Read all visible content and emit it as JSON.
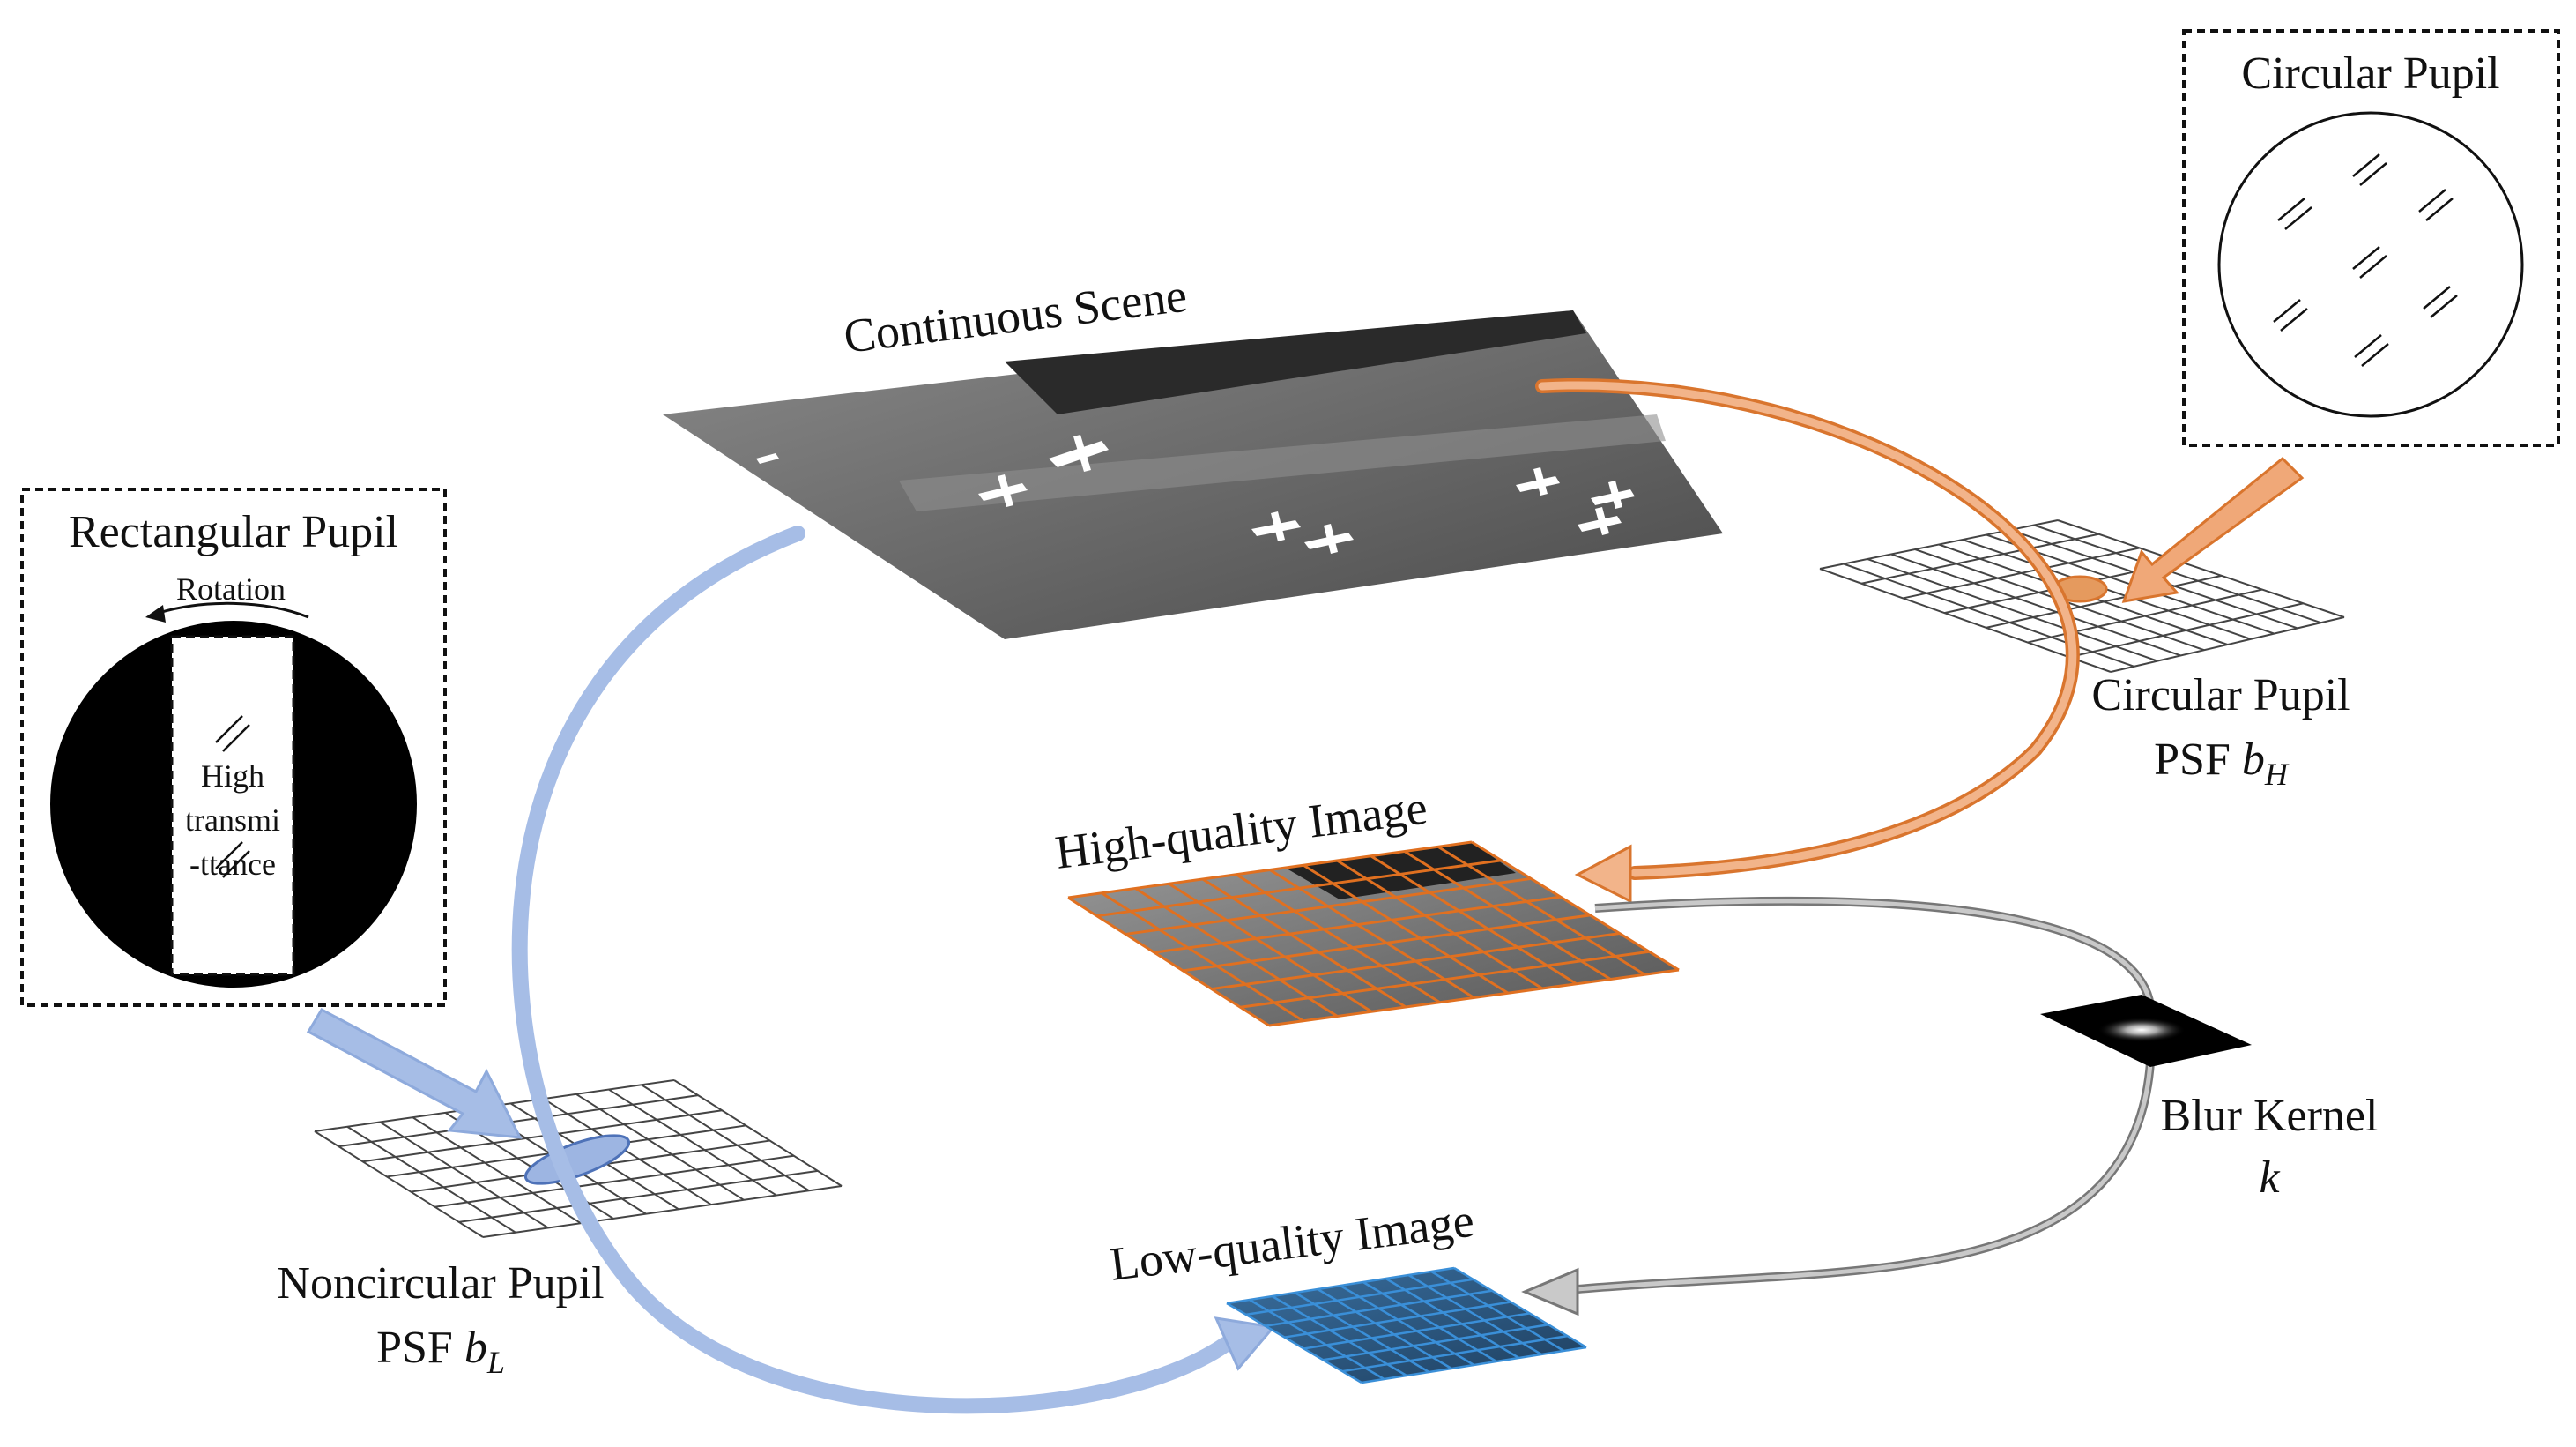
{
  "scene": {
    "title": "Continuous Scene"
  },
  "circular_pupil": {
    "title": "Circular Pupil",
    "psf_line1": "Circular Pupil",
    "psf_line2": "PSF ",
    "psf_symbol": "b",
    "psf_subscript": "H"
  },
  "rectangular_pupil": {
    "title": "Rectangular Pupil",
    "rotation": "Rotation",
    "high_line1": "High",
    "high_line2": "transmi",
    "high_line3": "-ttance"
  },
  "noncircular_psf": {
    "line1": "Noncircular Pupil",
    "line2": "PSF ",
    "symbol": "b",
    "subscript": "L"
  },
  "high_quality": {
    "title": "High-quality Image"
  },
  "low_quality": {
    "title": "Low-quality Image"
  },
  "blur_kernel": {
    "line1": "Blur Kernel",
    "symbol": "k"
  },
  "colors": {
    "orange": "#d9752e",
    "blue": "#8eaadc",
    "gray": "#8a8a8a",
    "hq_grid": "#e07020",
    "lq_grid": "#3a8fd8"
  }
}
